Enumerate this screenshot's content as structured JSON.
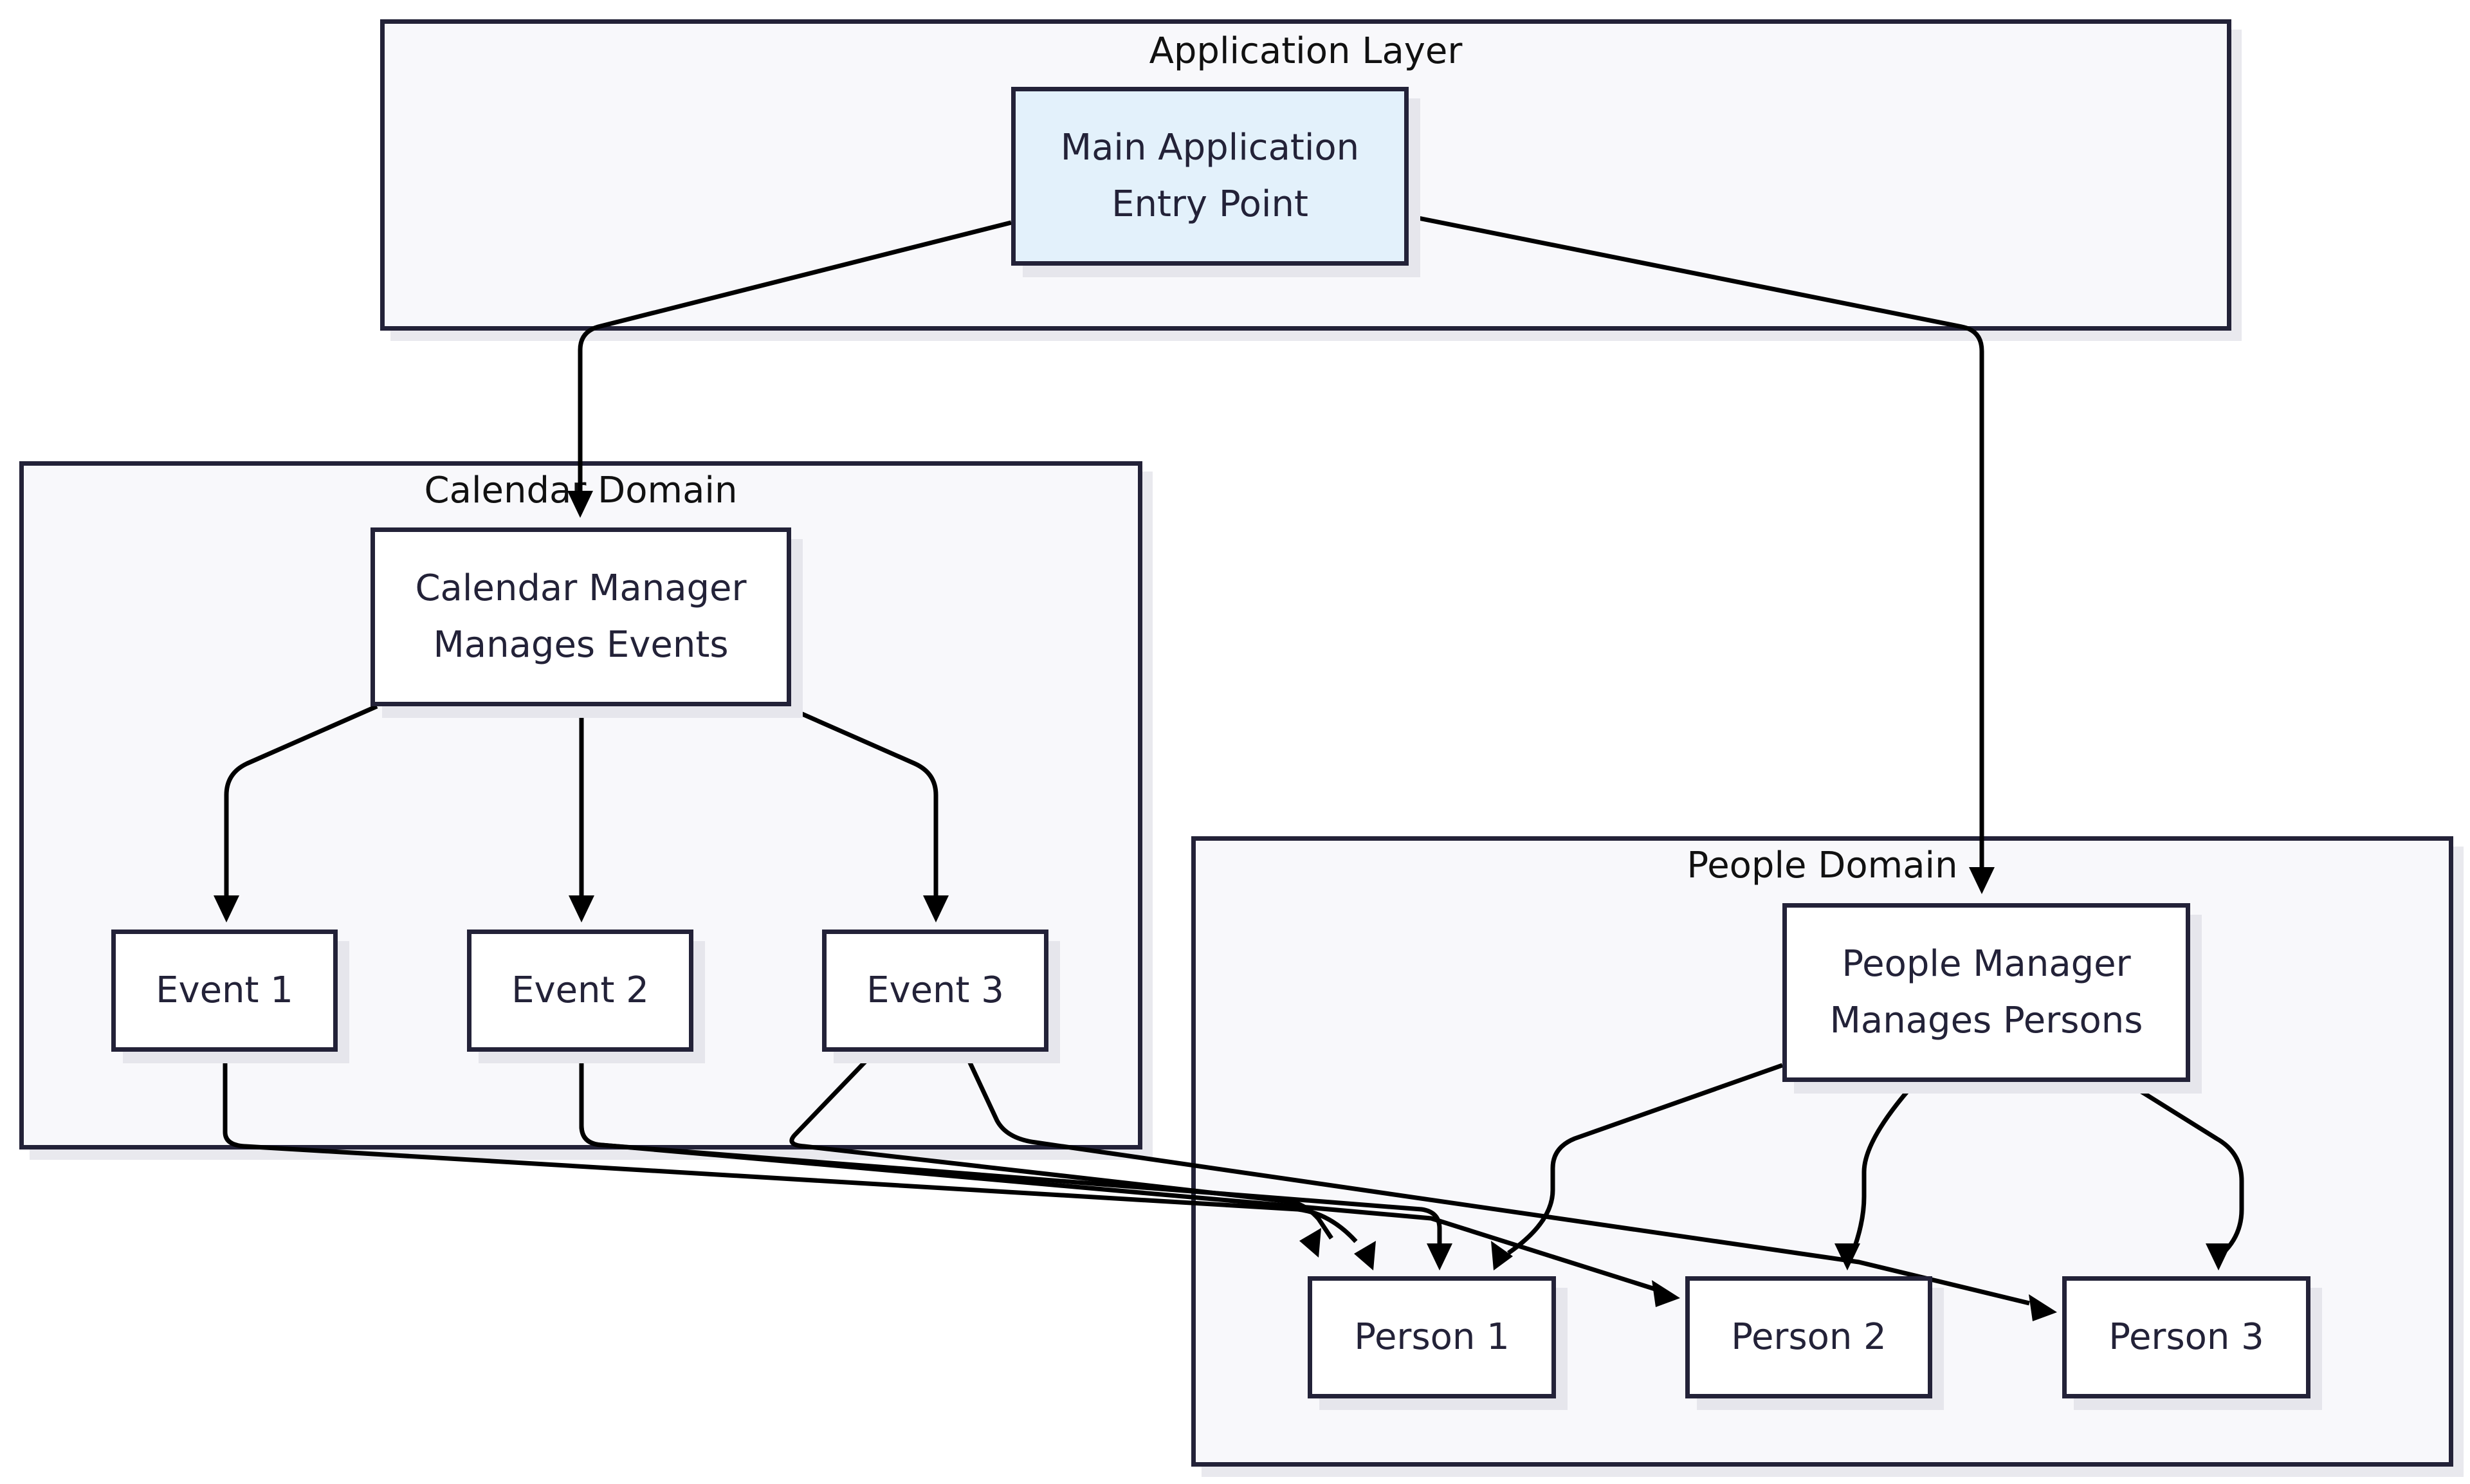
{
  "clusters": {
    "application": {
      "title": "Application Layer"
    },
    "calendar": {
      "title": "Calendar Domain"
    },
    "people": {
      "title": "People Domain"
    }
  },
  "nodes": {
    "main": {
      "line1": "Main Application",
      "line2": "Entry Point"
    },
    "calendar_manager": {
      "line1": "Calendar Manager",
      "line2": "Manages Events"
    },
    "people_manager": {
      "line1": "People Manager",
      "line2": "Manages Persons"
    },
    "event1": {
      "label": "Event 1"
    },
    "event2": {
      "label": "Event 2"
    },
    "event3": {
      "label": "Event 3"
    },
    "person1": {
      "label": "Person 1"
    },
    "person2": {
      "label": "Person 2"
    },
    "person3": {
      "label": "Person 3"
    }
  },
  "edges": [
    {
      "from": "main",
      "to": "calendar_manager"
    },
    {
      "from": "main",
      "to": "people_manager"
    },
    {
      "from": "calendar_manager",
      "to": "event1"
    },
    {
      "from": "calendar_manager",
      "to": "event2"
    },
    {
      "from": "calendar_manager",
      "to": "event3"
    },
    {
      "from": "people_manager",
      "to": "person1"
    },
    {
      "from": "people_manager",
      "to": "person2"
    },
    {
      "from": "people_manager",
      "to": "person3"
    },
    {
      "from": "event1",
      "to": "person1"
    },
    {
      "from": "event2",
      "to": "person1"
    },
    {
      "from": "event2",
      "to": "person2"
    },
    {
      "from": "event3",
      "to": "person1"
    },
    {
      "from": "event3",
      "to": "person3"
    }
  ],
  "colors": {
    "stroke": "#232238",
    "cluster_fill": "#f8f8fb",
    "node_fill": "#ffffff",
    "entry_fill": "#e3f1fb",
    "edge": "#000000"
  }
}
